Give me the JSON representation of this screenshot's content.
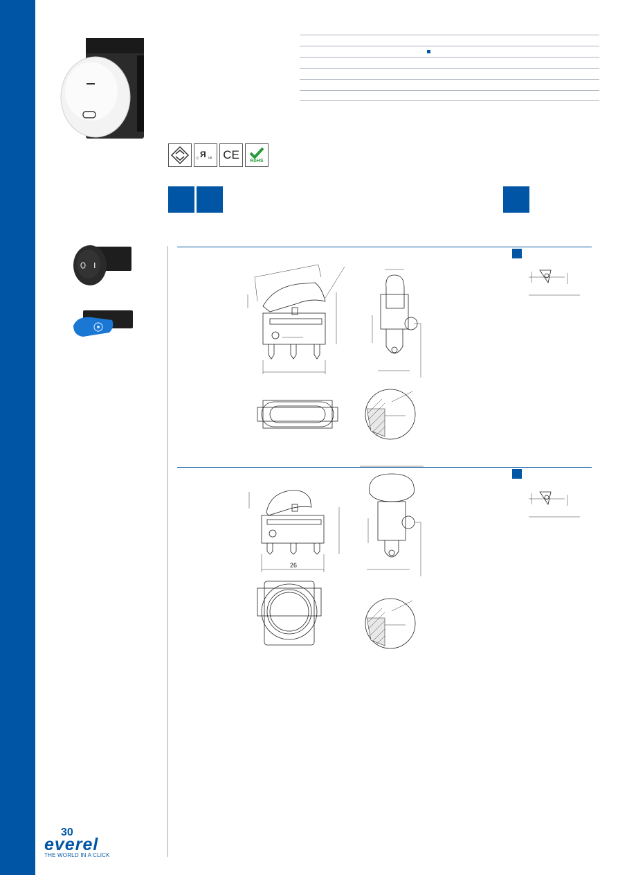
{
  "brand": {
    "anniversary_number": "30",
    "logo_word": "everel",
    "tagline": "THE WORLD IN A CLICK",
    "accent_color": "#0056a4"
  },
  "spec_table": {
    "row_count": 6,
    "marker_row": 1
  },
  "certifications": [
    {
      "name": "enec-icon"
    },
    {
      "name": "ul-recognized-icon",
      "c_mark": "c",
      "us_mark": "us"
    },
    {
      "name": "ce-mark-icon",
      "label": "CE"
    },
    {
      "name": "rohs-icon",
      "label": "RoHS"
    }
  ],
  "drawings": {
    "dimension_label": "26"
  }
}
